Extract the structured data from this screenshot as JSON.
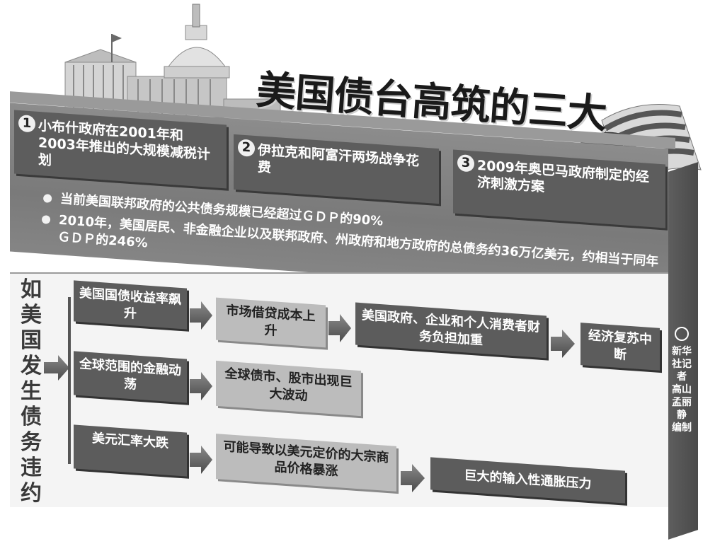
{
  "title": "美国债台高筑的三大推手",
  "drivers": [
    {
      "num": "1",
      "text": "小布什政府在2001年和2003年推出的大规模减税计划"
    },
    {
      "num": "2",
      "text": "伊拉克和阿富汗两场战争花费"
    },
    {
      "num": "3",
      "text": "2009年奥巴马政府制定的经济刺激方案"
    }
  ],
  "bullets": [
    "当前美国联邦政府的公共债务规模已经超过ＧＤＰ的90%",
    "2010年，美国居民、非金融企业以及联邦政府、州政府和地方政府的总债务约36万亿美元，约相当于同年ＧＤＰ的246%"
  ],
  "scenario_label": "如美国发生债务违约",
  "flows": {
    "row1": [
      "美国国债收益率飙升",
      "市场借贷成本上升",
      "美国政府、企业和个人消费者财务负担加重",
      "经济复苏中断"
    ],
    "row2": [
      "全球范围的金融动荡",
      "全球债市、股市出现巨大波动"
    ],
    "row3": [
      "美元汇率大跌",
      "可能导致以美元定价的大宗商品价格暴涨",
      "巨大的输入性通胀压力"
    ]
  },
  "credit": "新华社记者 高山 孟丽静 编制",
  "icons": [
    "capitol-icon",
    "us-flag-icon",
    "bullet-dot-icon",
    "arrow-right-icon",
    "xinhua-logo-icon"
  ]
}
